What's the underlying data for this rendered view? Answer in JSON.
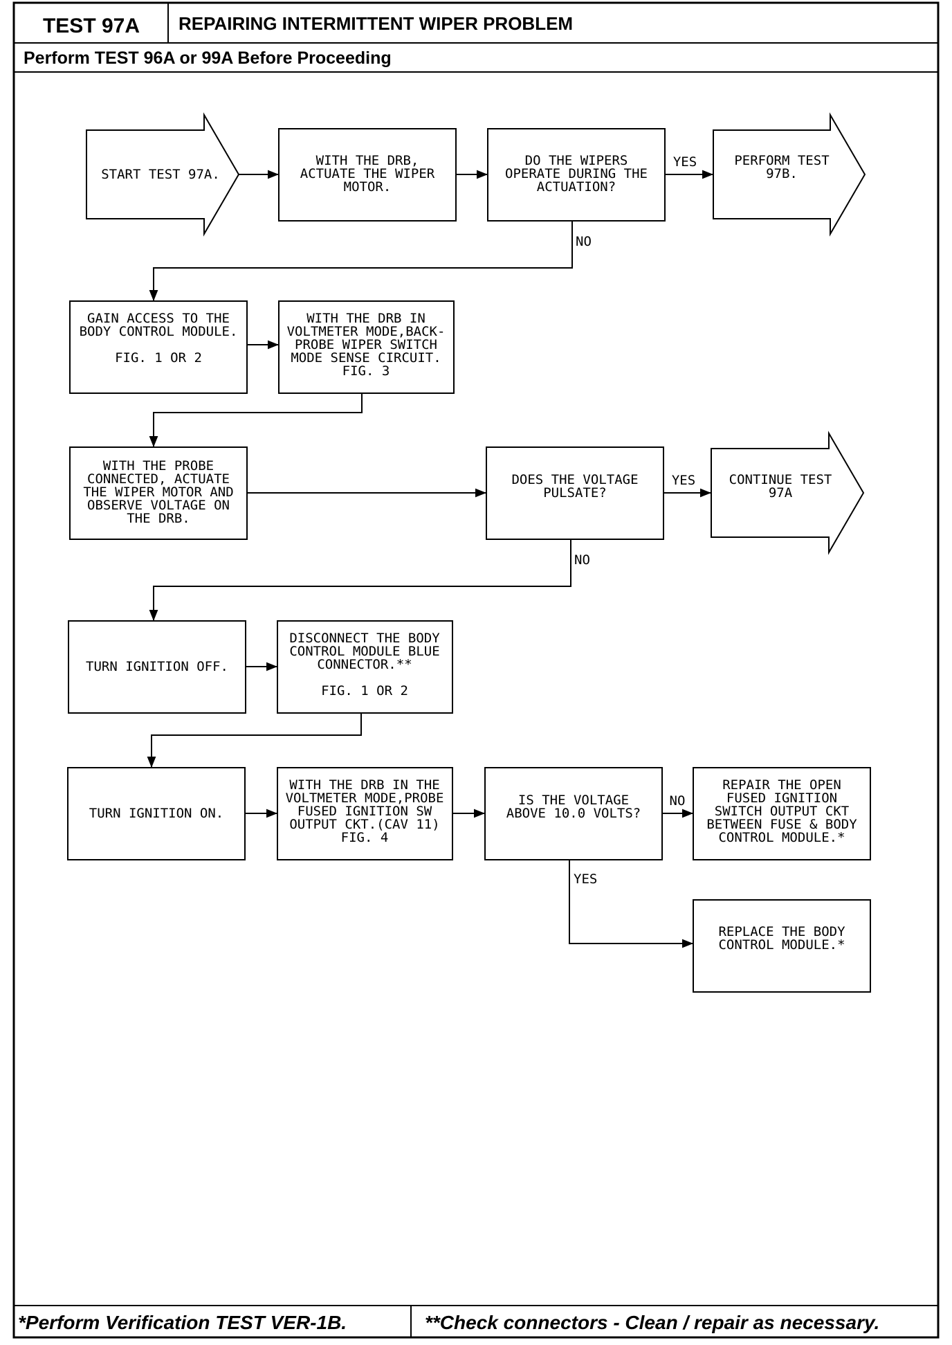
{
  "header": {
    "test_id": "TEST 97A",
    "title": "REPAIRING INTERMITTENT WIPER PROBLEM",
    "prerequisite": "Perform TEST 96A or 99A Before Proceeding"
  },
  "footer": {
    "note_single": "*Perform Verification TEST VER-1B.",
    "note_double": "**Check connectors - Clean / repair as necessary."
  },
  "flow": {
    "start": [
      "START TEST 97A."
    ],
    "actuate_motor": [
      "WITH THE DRB,",
      "ACTUATE THE WIPER",
      "MOTOR."
    ],
    "wipers_operate_q": [
      "DO THE WIPERS",
      "OPERATE DURING THE",
      "ACTUATION?"
    ],
    "perform_97b": [
      "PERFORM TEST",
      "97B."
    ],
    "gain_access": [
      "GAIN ACCESS TO THE",
      "BODY CONTROL MODULE.",
      "",
      "FIG. 1 OR 2"
    ],
    "backprobe": [
      "WITH THE DRB IN",
      "VOLTMETER MODE,BACK-",
      "PROBE WIPER SWITCH",
      "MODE SENSE CIRCUIT.",
      "FIG. 3"
    ],
    "observe_voltage": [
      "WITH THE PROBE",
      "CONNECTED, ACTUATE",
      "THE WIPER MOTOR AND",
      "OBSERVE VOLTAGE ON",
      "THE DRB."
    ],
    "voltage_pulsate_q": [
      "DOES THE VOLTAGE",
      "PULSATE?"
    ],
    "continue_97a": [
      "CONTINUE TEST",
      "97A"
    ],
    "ignition_off": [
      "TURN IGNITION OFF."
    ],
    "disconnect_blue": [
      "DISCONNECT THE BODY",
      "CONTROL MODULE BLUE",
      "CONNECTOR.**",
      "",
      "FIG. 1 OR 2"
    ],
    "ignition_on": [
      "TURN IGNITION ON."
    ],
    "probe_fused": [
      "WITH THE DRB IN THE",
      "VOLTMETER MODE,PROBE",
      "FUSED IGNITION SW",
      "OUTPUT CKT.(CAV 11)",
      "FIG. 4"
    ],
    "voltage_above_q": [
      "IS THE VOLTAGE",
      "ABOVE 10.0 VOLTS?"
    ],
    "repair_open": [
      "REPAIR THE OPEN",
      "FUSED IGNITION",
      "SWITCH OUTPUT CKT",
      "BETWEEN FUSE & BODY",
      "CONTROL MODULE.*"
    ],
    "replace_bcm": [
      "REPLACE THE BODY",
      "CONTROL MODULE.*"
    ]
  },
  "labels": {
    "yes": "YES",
    "no": "NO"
  }
}
